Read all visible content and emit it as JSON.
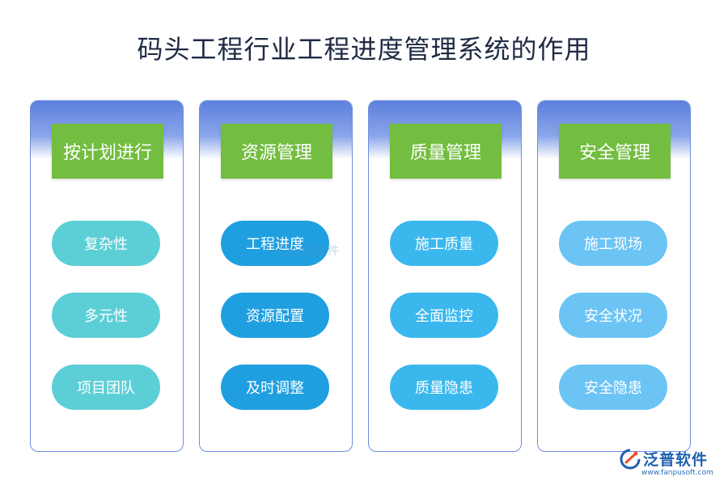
{
  "title": "码头工程行业工程进度管理系统的作用",
  "columns": [
    {
      "header": "按计划进行",
      "items": [
        "复杂性",
        "多元性",
        "项目团队"
      ]
    },
    {
      "header": "资源管理",
      "items": [
        "工程进度",
        "资源配置",
        "及时调整"
      ]
    },
    {
      "header": "质量管理",
      "items": [
        "施工质量",
        "全面监控",
        "质量隐患"
      ]
    },
    {
      "header": "安全管理",
      "items": [
        "施工现场",
        "安全状况",
        "安全隐患"
      ]
    }
  ],
  "watermark": {
    "text": "泛普软件"
  },
  "logo": {
    "name": "泛普软件",
    "url": "www.fanpusoft.com"
  },
  "colors": {
    "header_green": "#73bd40",
    "band_blue": "#5d7fdd",
    "pill_col1": "#5ccfd6",
    "pill_col2": "#1f9fe0",
    "pill_col3": "#3ab8ee",
    "pill_col4": "#6cc4f5"
  }
}
